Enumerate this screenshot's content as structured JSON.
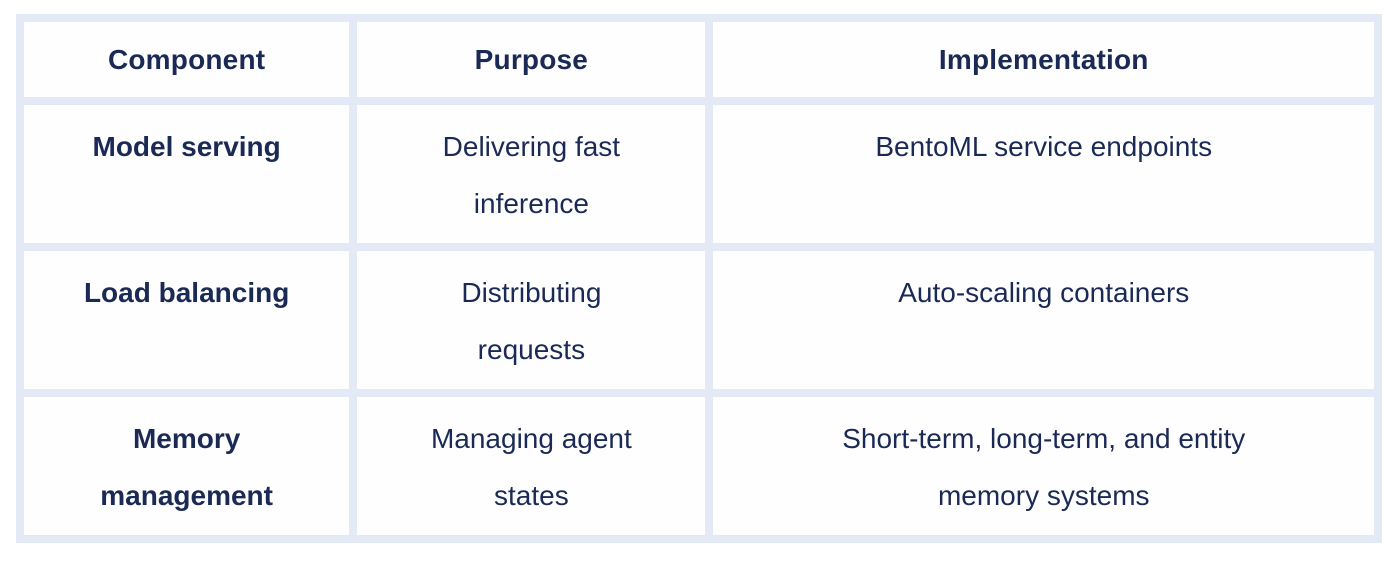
{
  "page": {
    "background_color": "#ffffff"
  },
  "table": {
    "border_color": "#e4eaf5",
    "cell_background": "#fefeff",
    "text_color": "#1b2a55",
    "headers": {
      "component": "Component",
      "purpose": "Purpose",
      "implementation": "Implementation"
    },
    "rows": [
      {
        "component": "Model serving",
        "purpose": "Delivering fast\ninference",
        "implementation": "BentoML service endpoints"
      },
      {
        "component": "Load balancing",
        "purpose": "Distributing\nrequests",
        "implementation": "Auto-scaling containers"
      },
      {
        "component": "Memory\nmanagement",
        "purpose": "Managing agent\nstates",
        "implementation": "Short-term, long-term, and entity\nmemory systems"
      }
    ]
  }
}
